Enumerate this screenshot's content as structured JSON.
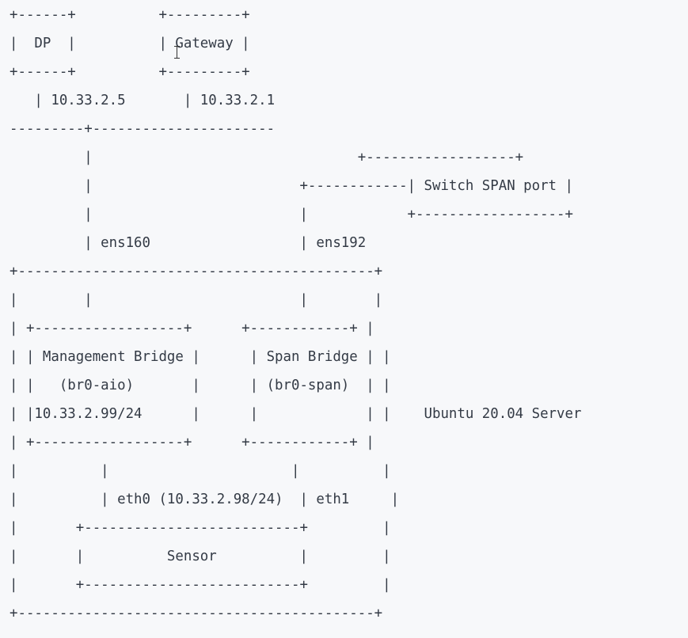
{
  "diagram": {
    "lines": [
      "+------+          +---------+",
      "|  DP  |          | Gateway |",
      "+------+          +---------+",
      "   | 10.33.2.5       | 10.33.2.1",
      "---------+----------------------",
      "         |                                +------------------+",
      "         |                         +------------| Switch SPAN port |",
      "         |                         |            +------------------+",
      "         | ens160                  | ens192",
      "+-------------------------------------------+",
      "|        |                         |        |",
      "| +------------------+      +------------+ |",
      "| | Management Bridge |      | Span Bridge | |",
      "| |   (br0-aio)       |      | (br0-span)  | |",
      "| |10.33.2.99/24      |      |             | |    Ubuntu 20.04 Server",
      "| +------------------+      +------------+ |",
      "|          |                      |          |",
      "|          | eth0 (10.33.2.98/24)  | eth1     |",
      "|       +--------------------------+         |",
      "|       |          Sensor          |         |",
      "|       +--------------------------+         |",
      "+-------------------------------------------+"
    ]
  }
}
